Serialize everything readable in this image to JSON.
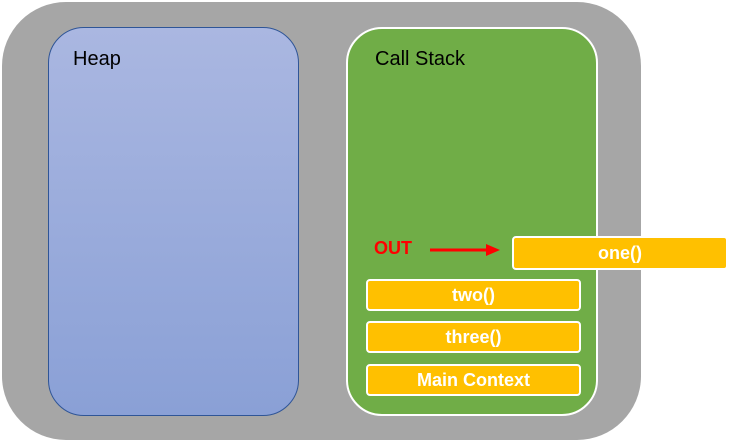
{
  "heap": {
    "label": "Heap"
  },
  "call_stack": {
    "label": "Call Stack",
    "popped_frame": "one()",
    "frames": [
      "two()",
      "three()",
      "Main Context"
    ]
  },
  "out_label": "OUT",
  "colors": {
    "runtime_bg": "#a6a6a6",
    "heap_bg": "#a0b0df",
    "call_stack_bg": "#70ad47",
    "frame_bg": "#ffc000",
    "out_color": "#ff0000"
  }
}
